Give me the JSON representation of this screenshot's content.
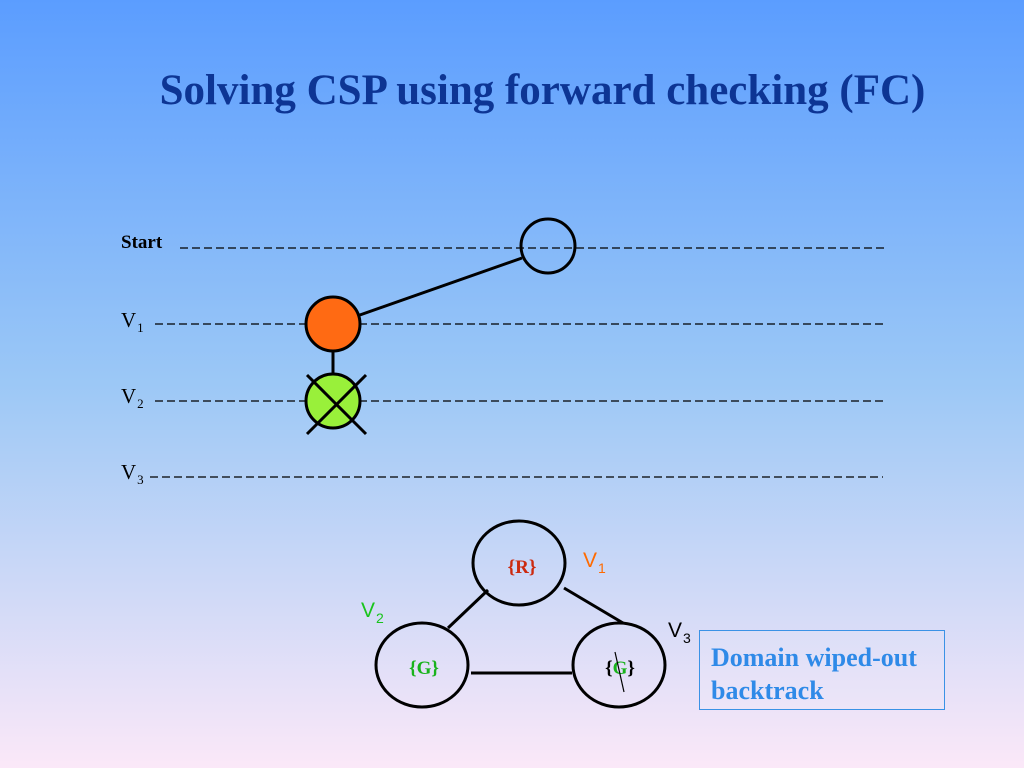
{
  "title": "Solving CSP using forward checking (FC)",
  "search_tree": {
    "levels": [
      {
        "label": "Start",
        "sub": ""
      },
      {
        "label": "V",
        "sub": "1"
      },
      {
        "label": "V",
        "sub": "2"
      },
      {
        "label": "V",
        "sub": "3"
      }
    ],
    "nodes": [
      {
        "level": "Start",
        "color": "none"
      },
      {
        "level": "V1",
        "color": "#ff6a13"
      },
      {
        "level": "V2",
        "color": "#99f03a",
        "crossed_out": true
      }
    ]
  },
  "constraint_graph": {
    "nodes": [
      {
        "var": "V",
        "sub": "1",
        "domain": "{R}",
        "domain_color": "#cc2a0f",
        "label_color": "#ff6a00"
      },
      {
        "var": "V",
        "sub": "2",
        "domain": "{G}",
        "domain_color": "#19b31c",
        "label_color": "#19c41c"
      },
      {
        "var": "V",
        "sub": "3",
        "domain_open": "{",
        "domain_value": "G",
        "domain_close": "}",
        "domain_color": "#19b31c",
        "brace_color": "#000000",
        "label_color": "#000000",
        "value_struck": true
      }
    ]
  },
  "callout": {
    "line1": "Domain wiped-out",
    "line2": "backtrack"
  }
}
